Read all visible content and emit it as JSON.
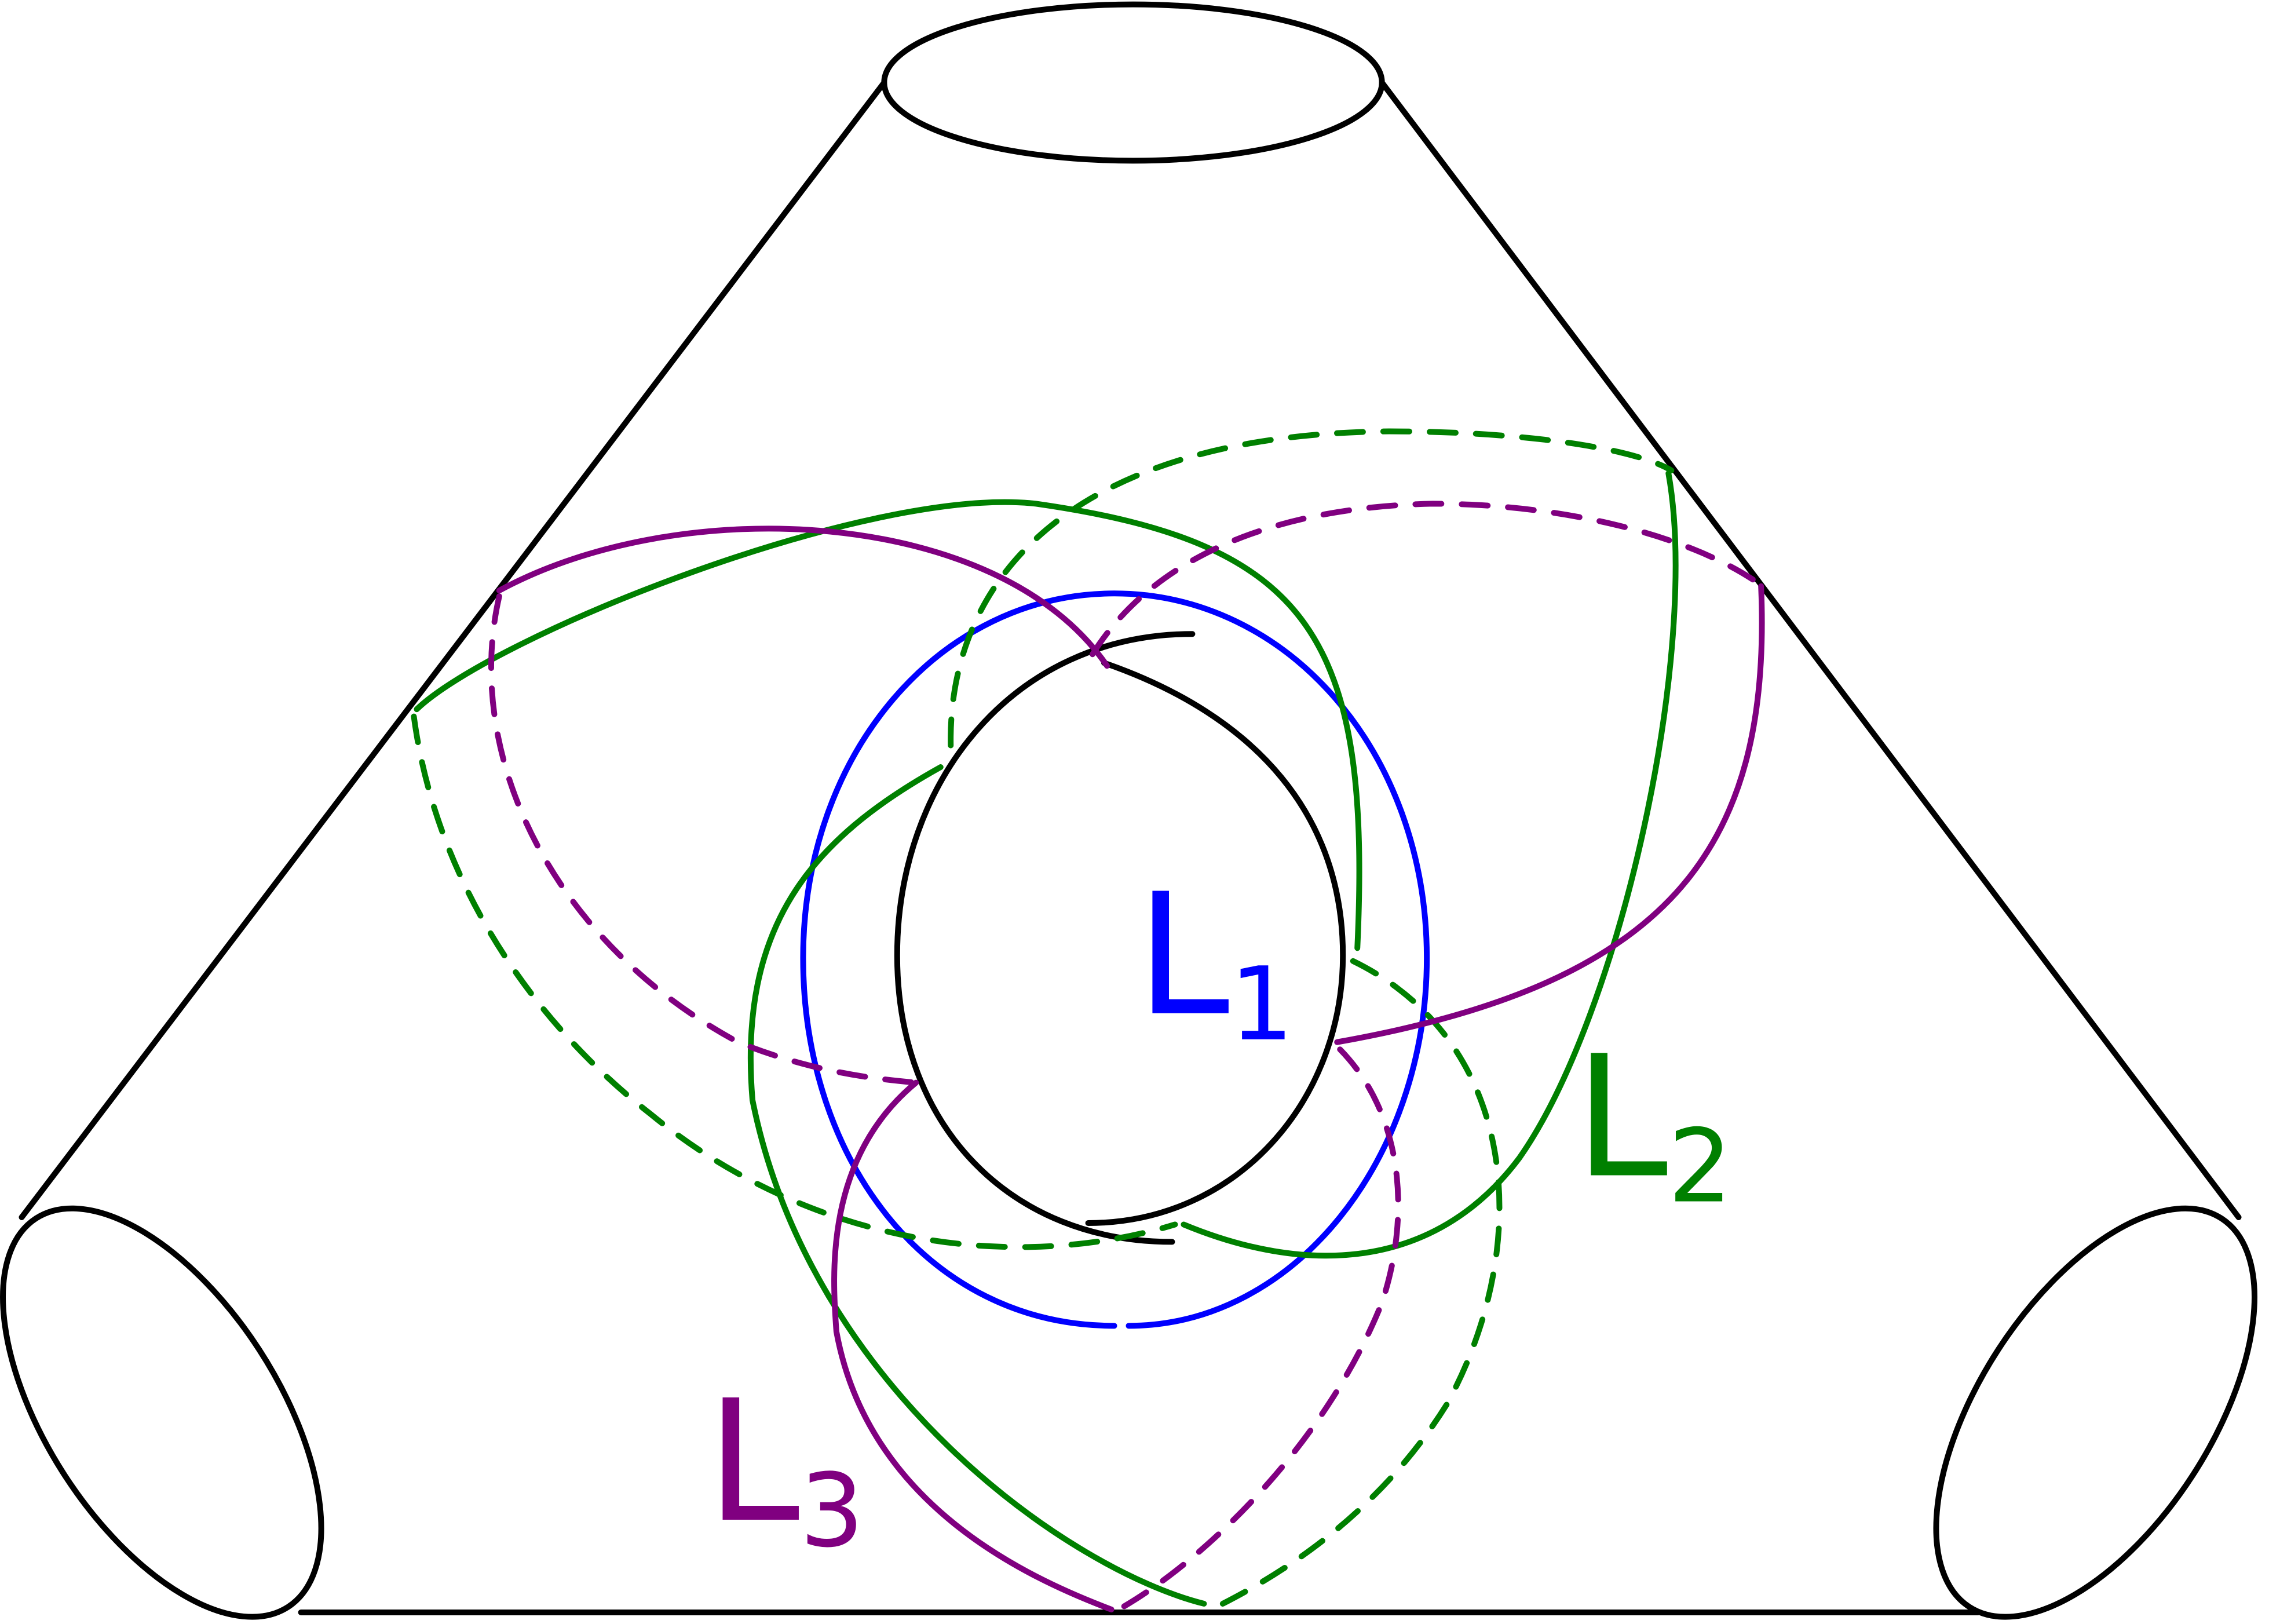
{
  "labels": {
    "l1": {
      "main": "L",
      "sub": "1",
      "color": "#0000ff"
    },
    "l2": {
      "main": "L",
      "sub": "2",
      "color": "#008000"
    },
    "l3": {
      "main": "L",
      "sub": "3",
      "color": "#800080"
    }
  },
  "colors": {
    "surface": "#000000",
    "l1": "#0000ff",
    "l2": "#008000",
    "l3": "#800080"
  }
}
